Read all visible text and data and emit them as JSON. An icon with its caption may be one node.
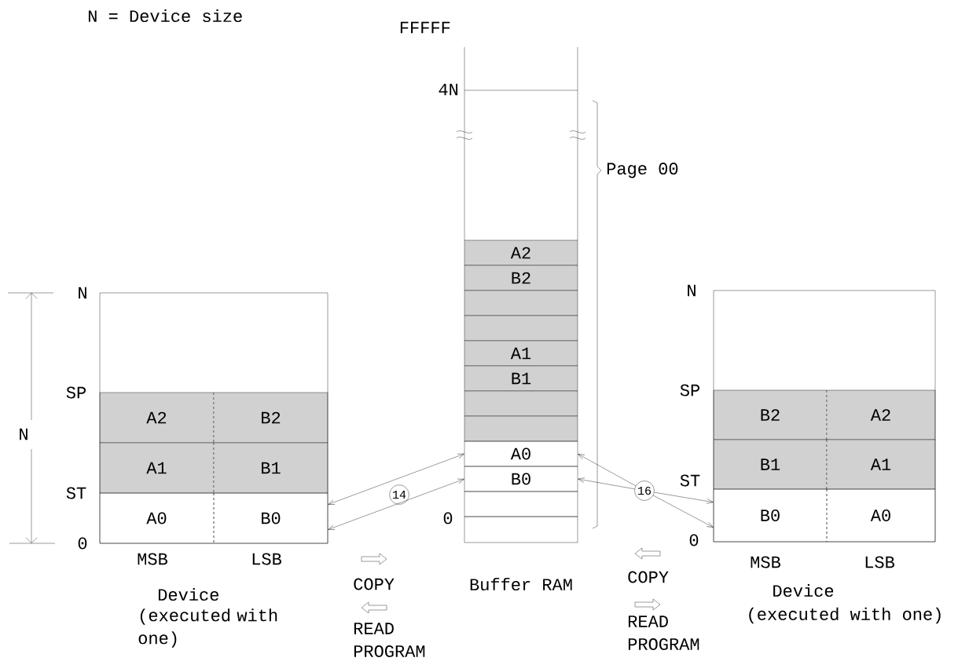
{
  "diagram": {
    "nodes": [
      {
        "text": [],
        "shape": "box",
        "beside": [
          "Device",
          "(executed with one)"
        ]
      },
      {
        "text": [
          "A2"
        ],
        "in": 0
      },
      {
        "text": [
          "B2"
        ],
        "in": 0
      },
      {
        "text": [
          "A1"
        ],
        "in": 0
      },
      {
        "text": [
          "B1"
        ],
        "in": 0
      },
      {
        "text": [
          "A0"
        ],
        "in": 0
      },
      {
        "text": [
          "B0"
        ],
        "in": 0
      },
      {
        "text": [
          "A2"
        ]
      },
      {
        "text": [
          "B2"
        ]
      },
      {
        "text": [],
        "shape": "box"
      },
      {
        "text": [],
        "shape": "box"
      },
      {
        "text": [
          "A1"
        ]
      },
      {
        "text": [
          "B1"
        ]
      },
      {
        "text": [],
        "shape": "box"
      },
      {
        "text": [],
        "shape": "box"
      },
      {
        "text": [
          "A0"
        ]
      },
      {
        "text": [
          "B0"
        ]
      },
      {
        "text": [],
        "shape": "box"
      },
      {
        "text": [],
        "shape": "box"
      },
      {
        "text": [
          "16"
        ]
      },
      {
        "text": [],
        "shape": "box",
        "beside": [
          "Device",
          "(executed with one)"
        ]
      },
      {
        "text": [
          "B2"
        ],
        "in": 20
      },
      {
        "text": [
          "A2"
        ],
        "in": 20
      },
      {
        "text": [
          "B1"
        ],
        "in": 20
      },
      {
        "text": [
          "A1"
        ],
        "in": 20
      },
      {
        "text": [
          "B0"
        ],
        "in": 20
      },
      {
        "text": [
          "A0"
        ],
        "in": 20
      },
      {
        "text": [
          "14"
        ]
      }
    ],
    "edges": [
      {
        "from": 6,
        "to": 15,
        "arrow": "both"
      },
      {
        "from": 6,
        "to": 16,
        "arrow": "both"
      },
      {
        "from": 19,
        "to": 15,
        "arrow": "to"
      },
      {
        "from": 19,
        "to": 16,
        "arrow": "to"
      },
      {
        "from": 19,
        "to": 25,
        "arrow": "to"
      },
      {
        "from": 19,
        "to": 25,
        "arrow": "to"
      }
    ],
    "labels": [
      "N = Device size",
      "FFFFF",
      "4N",
      "Page 00",
      "N",
      "SP",
      "N",
      "ST",
      "0",
      "MSB",
      "LSB",
      "COPY",
      "READ PROGRAM",
      "0",
      "Buffer RAM",
      "N",
      "SP",
      "ST",
      "0",
      "COPY",
      "READ PROGRAM",
      "MSB",
      "LSB"
    ]
  }
}
